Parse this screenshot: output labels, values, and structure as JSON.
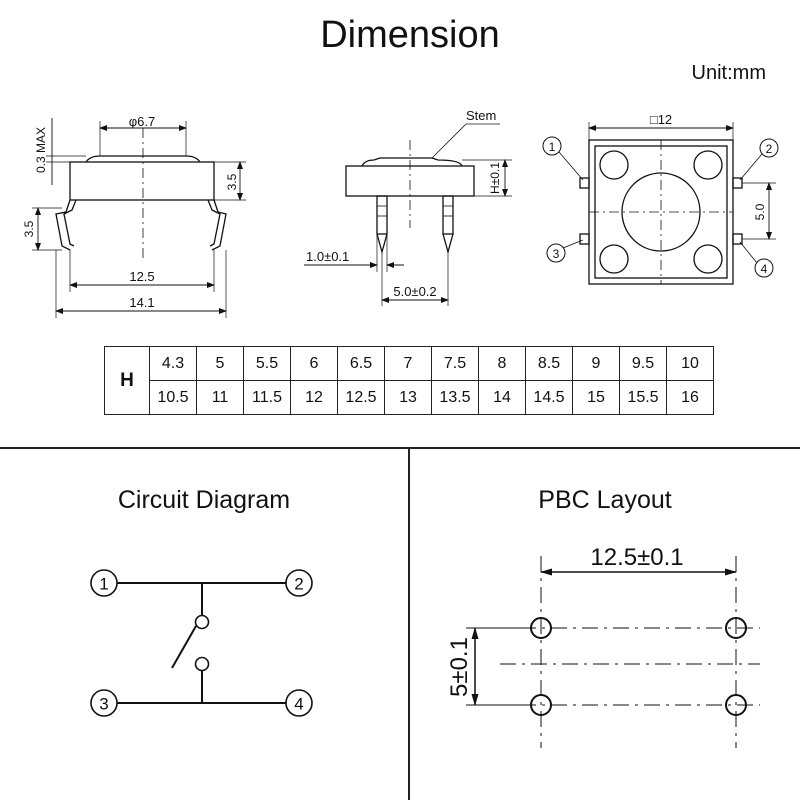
{
  "title": "Dimension",
  "unit": "Unit:mm",
  "side_view": {
    "dim_top": "φ6.7",
    "dim_max": "0.3 MAX",
    "dim_right": "3.5",
    "dim_left": "3.5",
    "dim_inner": "12.5",
    "dim_outer": "14.1"
  },
  "front_view": {
    "stem_label": "Stem",
    "h_label": "H±0.1",
    "pin_width": "1.0±0.1",
    "pin_spacing": "5.0±0.2"
  },
  "top_view": {
    "size_label": "□12",
    "pin_gap": "5.0",
    "pins": [
      "1",
      "2",
      "3",
      "4"
    ]
  },
  "height_table": {
    "label": "H",
    "row1": [
      "4.3",
      "5",
      "5.5",
      "6",
      "6.5",
      "7",
      "7.5",
      "8",
      "8.5",
      "9",
      "9.5",
      "10"
    ],
    "row2": [
      "10.5",
      "11",
      "11.5",
      "12",
      "12.5",
      "13",
      "13.5",
      "14",
      "14.5",
      "15",
      "15.5",
      "16"
    ]
  },
  "circuit": {
    "title": "Circuit Diagram",
    "pins": [
      "1",
      "2",
      "3",
      "4"
    ]
  },
  "pcb": {
    "title": "PBC Layout",
    "dim_horizontal": "12.5±0.1",
    "dim_vertical": "5±0.1"
  }
}
